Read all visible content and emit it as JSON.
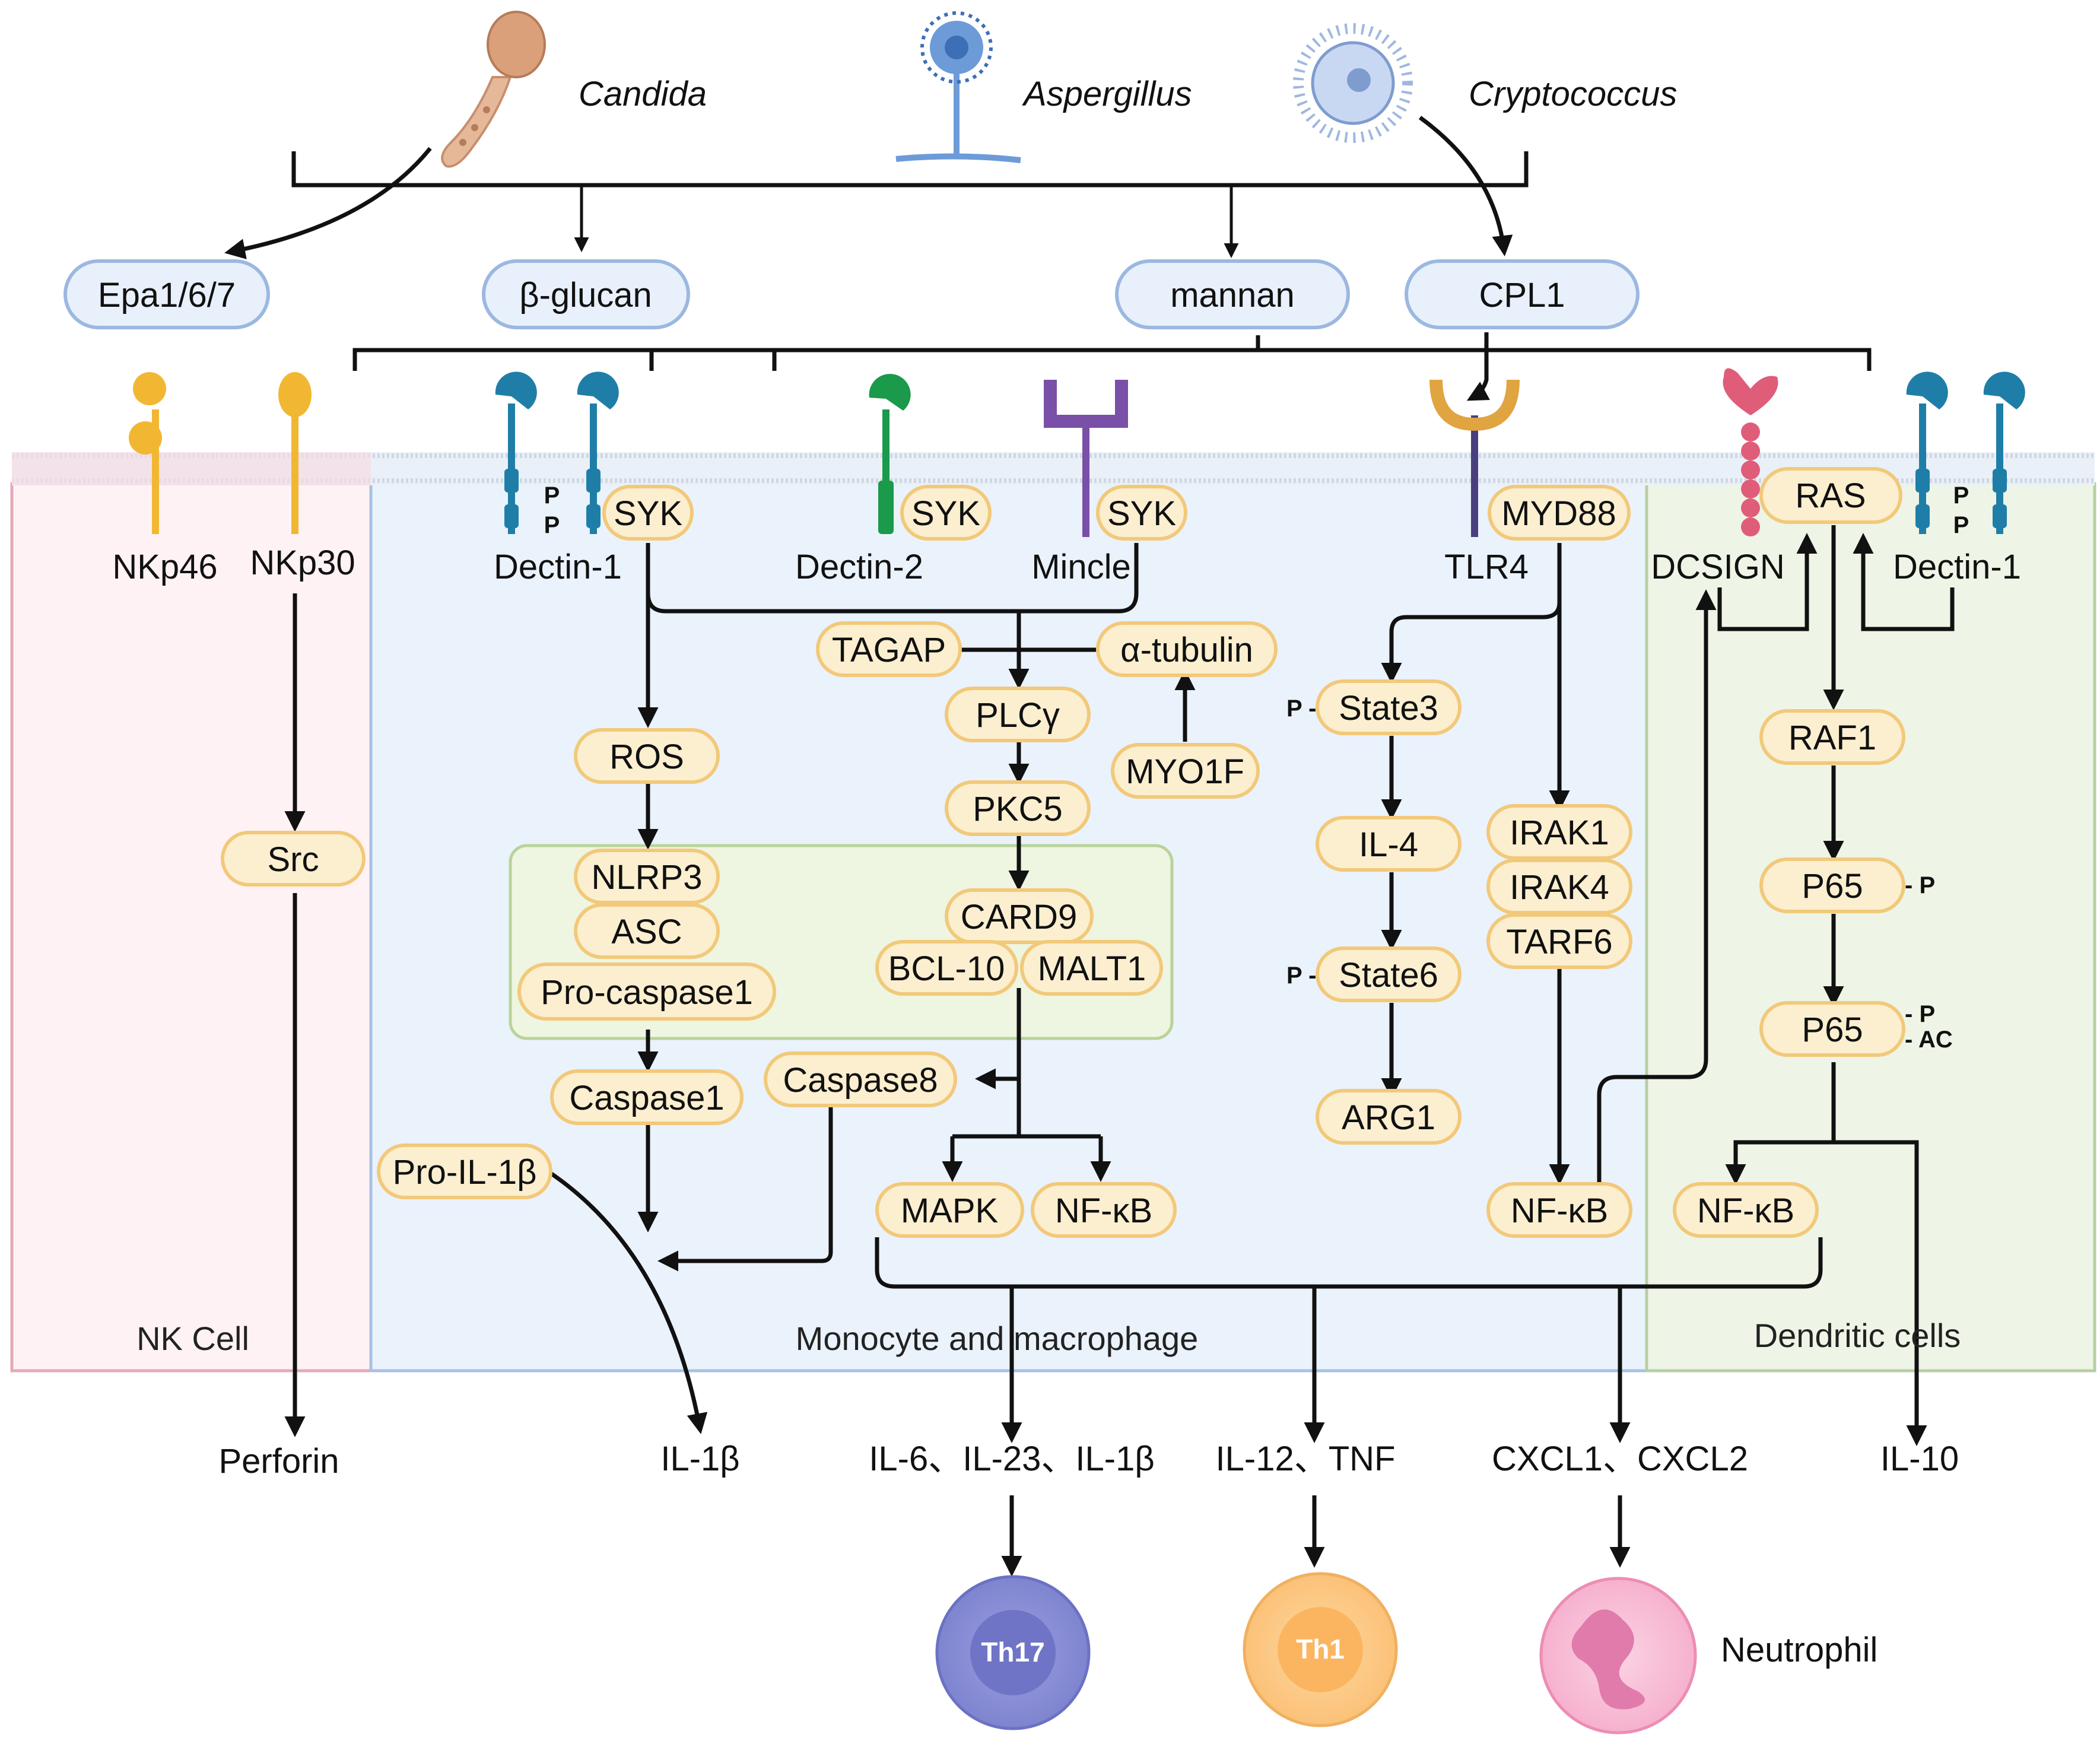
{
  "pathogens": [
    "Candida",
    "Aspergillus",
    "Cryptococcus"
  ],
  "ligands": [
    "Epa1/6/7",
    "β-glucan",
    "mannan",
    "CPL1"
  ],
  "cells": {
    "nk": "NK Cell",
    "mono": "Monocyte and macrophage",
    "dc": "Dendritic cells"
  },
  "receptors": {
    "nkp46": "NKp46",
    "nkp30": "NKp30",
    "dectin1": "Dectin-1",
    "dectin2": "Dectin-2",
    "mincle": "Mincle",
    "tlr4": "TLR4",
    "dcsign": "DCSIGN",
    "dectin1_dc": "Dectin-1"
  },
  "phospho": "P",
  "acetyl": "AC",
  "nodes": {
    "src": "Src",
    "syk": "SYK",
    "myd88": "MYD88",
    "ras": "RAS",
    "tagap": "TAGAP",
    "tubulin": "α-tubulin",
    "plcg": "PLCγ",
    "myo1f": "MYO1F",
    "ros": "ROS",
    "pkc5": "PKC5",
    "nlrp3": "NLRP3",
    "asc": "ASC",
    "procasp1": "Pro-caspase1",
    "card9": "CARD9",
    "bcl10": "BCL-10",
    "malt1": "MALT1",
    "casp1": "Caspase1",
    "casp8": "Caspase8",
    "proil1b": "Pro-IL-1β",
    "mapk": "MAPK",
    "nfkb": "NF-κB",
    "state3": "State3",
    "il4": "IL-4",
    "state6": "State6",
    "arg1": "ARG1",
    "irak1": "IRAK1",
    "irak4": "IRAK4",
    "tarf6": "TARF6",
    "raf1": "RAF1",
    "p65": "P65"
  },
  "outputs": {
    "perforin": "Perforin",
    "il1b": "IL-1β",
    "il6_23_1b": "IL-6、IL-23、IL-1β",
    "il12_tnf": "IL-12、TNF",
    "cxcl": "CXCL1、CXCL2",
    "il10": "IL-10"
  },
  "target_cells": {
    "th17": "Th17",
    "th1": "Th1",
    "neutrophil": "Neutrophil"
  },
  "colors": {
    "pill_fill": "#fcefd0",
    "pill_stroke": "#f2c97a",
    "ligand_fill": "#e8f0fb",
    "ligand_stroke": "#9cb8e0",
    "nk_bg": "#fff2f4",
    "mono_bg": "#eaf2fc",
    "dc_bg": "#eef5e6"
  }
}
